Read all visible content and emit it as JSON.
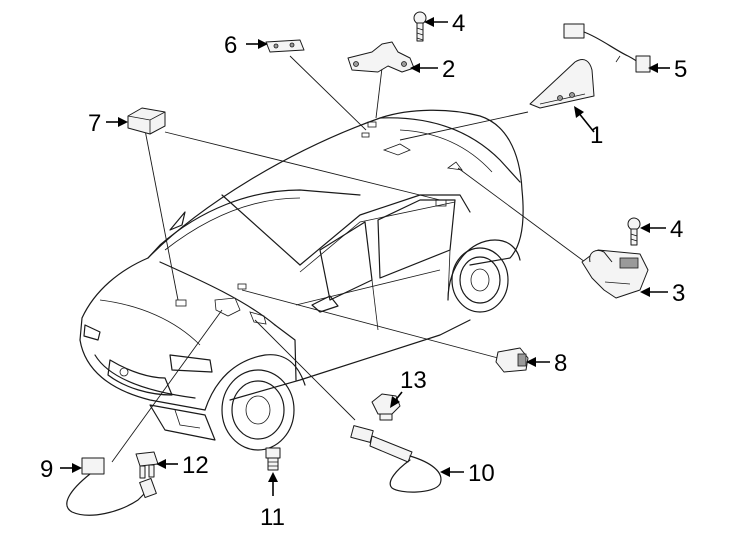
{
  "diagram": {
    "callouts": [
      {
        "id": "1",
        "label": "1"
      },
      {
        "id": "2",
        "label": "2"
      },
      {
        "id": "3",
        "label": "3"
      },
      {
        "id": "4a",
        "label": "4"
      },
      {
        "id": "4b",
        "label": "4"
      },
      {
        "id": "5",
        "label": "5"
      },
      {
        "id": "6",
        "label": "6"
      },
      {
        "id": "7",
        "label": "7"
      },
      {
        "id": "8",
        "label": "8"
      },
      {
        "id": "9",
        "label": "9"
      },
      {
        "id": "10",
        "label": "10"
      },
      {
        "id": "11",
        "label": "11"
      },
      {
        "id": "12",
        "label": "12"
      },
      {
        "id": "13",
        "label": "13"
      }
    ]
  }
}
